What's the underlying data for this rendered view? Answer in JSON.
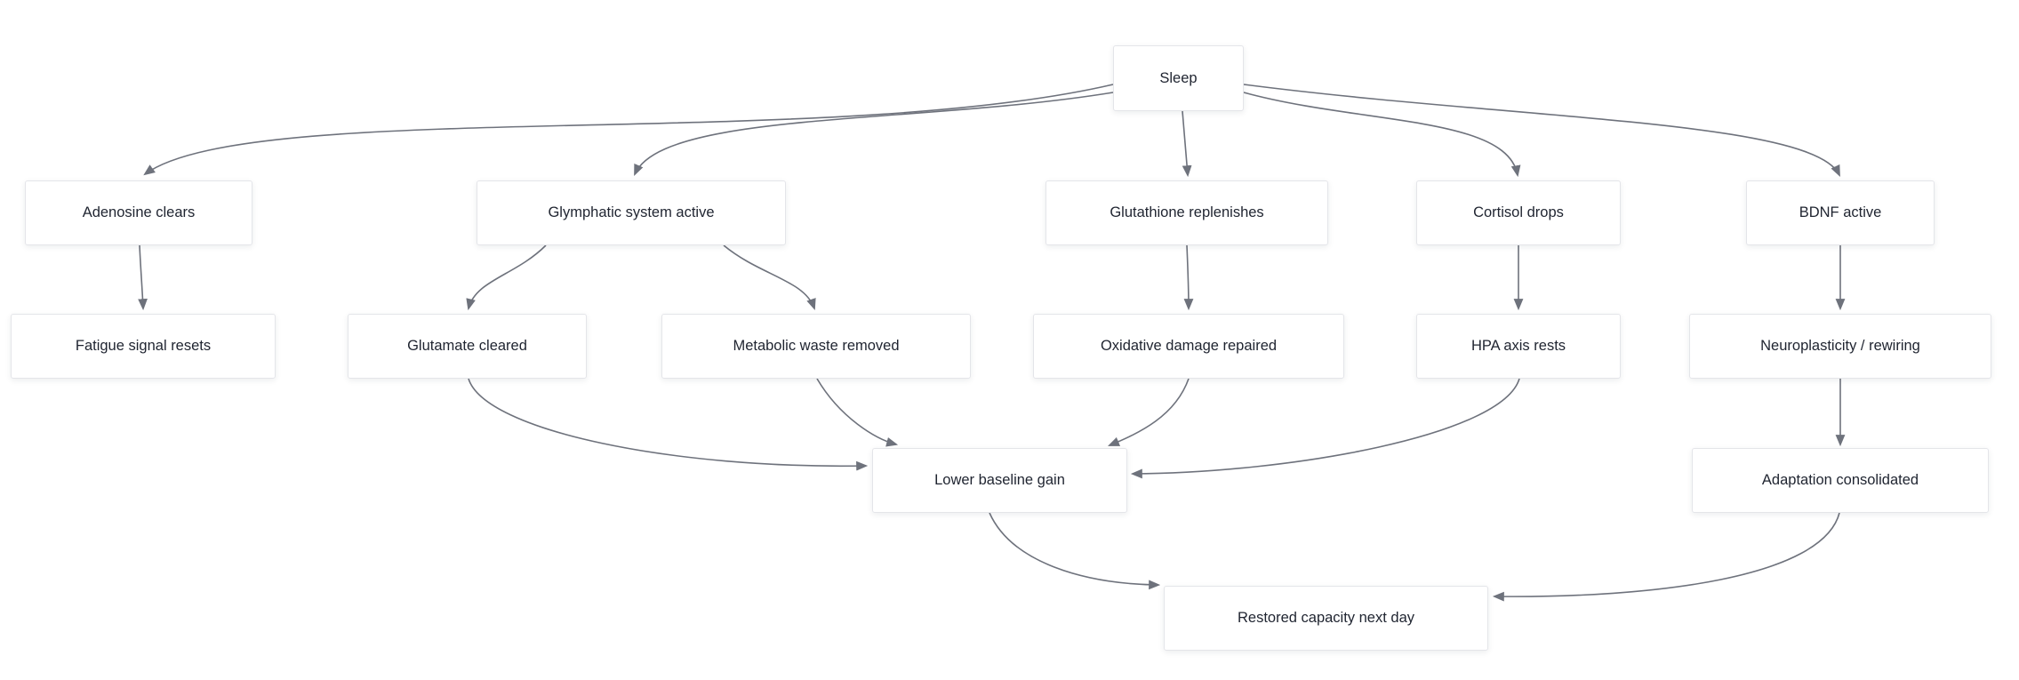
{
  "diagram": {
    "type": "flowchart",
    "background": "#ffffff",
    "node_fill": "#ffffff",
    "node_border_color": "#e4e5e9",
    "node_text_color": "#1f2430",
    "edge_color": "#6e727c",
    "nodes": [
      {
        "id": "sleep",
        "label": "Sleep"
      },
      {
        "id": "adenosine-clears",
        "label": "Adenosine clears"
      },
      {
        "id": "glymphatic-system-active",
        "label": "Glymphatic system active"
      },
      {
        "id": "glutathione-replenishes",
        "label": "Glutathione replenishes"
      },
      {
        "id": "cortisol-drops",
        "label": "Cortisol drops"
      },
      {
        "id": "bdnf-active",
        "label": "BDNF active"
      },
      {
        "id": "fatigue-signal-resets",
        "label": "Fatigue signal resets"
      },
      {
        "id": "glutamate-cleared",
        "label": "Glutamate cleared"
      },
      {
        "id": "metabolic-waste-removed",
        "label": "Metabolic waste removed"
      },
      {
        "id": "oxidative-damage-repaired",
        "label": "Oxidative damage repaired"
      },
      {
        "id": "hpa-axis-rests",
        "label": "HPA axis rests"
      },
      {
        "id": "neuroplasticity-rewiring",
        "label": "Neuroplasticity / rewiring"
      },
      {
        "id": "lower-baseline-gain",
        "label": "Lower baseline gain"
      },
      {
        "id": "adaptation-consolidated",
        "label": "Adaptation consolidated"
      },
      {
        "id": "restored-capacity-next-day",
        "label": "Restored capacity next day"
      }
    ],
    "edges": [
      {
        "from": "sleep",
        "to": "adenosine-clears"
      },
      {
        "from": "sleep",
        "to": "glymphatic-system-active"
      },
      {
        "from": "sleep",
        "to": "glutathione-replenishes"
      },
      {
        "from": "sleep",
        "to": "cortisol-drops"
      },
      {
        "from": "sleep",
        "to": "bdnf-active"
      },
      {
        "from": "adenosine-clears",
        "to": "fatigue-signal-resets"
      },
      {
        "from": "glymphatic-system-active",
        "to": "glutamate-cleared"
      },
      {
        "from": "glymphatic-system-active",
        "to": "metabolic-waste-removed"
      },
      {
        "from": "glutathione-replenishes",
        "to": "oxidative-damage-repaired"
      },
      {
        "from": "cortisol-drops",
        "to": "hpa-axis-rests"
      },
      {
        "from": "bdnf-active",
        "to": "neuroplasticity-rewiring"
      },
      {
        "from": "glutamate-cleared",
        "to": "lower-baseline-gain"
      },
      {
        "from": "metabolic-waste-removed",
        "to": "lower-baseline-gain"
      },
      {
        "from": "oxidative-damage-repaired",
        "to": "lower-baseline-gain"
      },
      {
        "from": "hpa-axis-rests",
        "to": "lower-baseline-gain"
      },
      {
        "from": "neuroplasticity-rewiring",
        "to": "adaptation-consolidated"
      },
      {
        "from": "lower-baseline-gain",
        "to": "restored-capacity-next-day"
      },
      {
        "from": "adaptation-consolidated",
        "to": "restored-capacity-next-day"
      }
    ]
  }
}
